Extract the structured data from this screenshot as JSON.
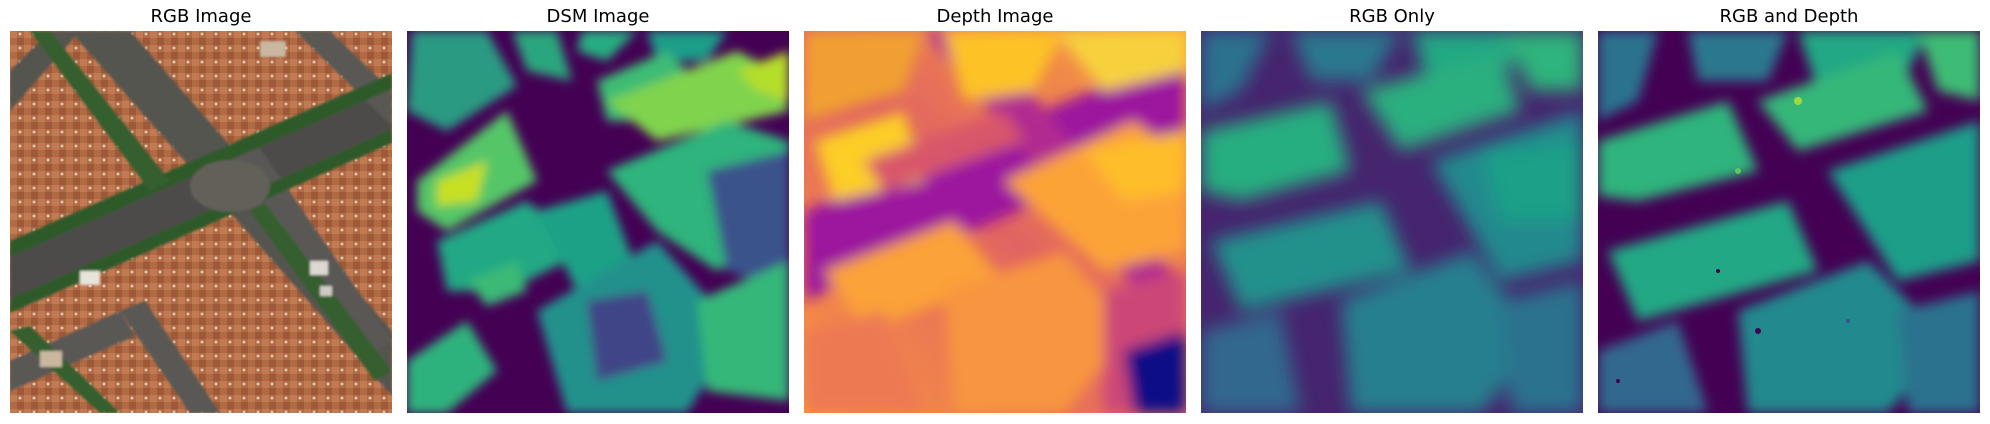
{
  "figure": {
    "panels": [
      {
        "title": "RGB Image"
      },
      {
        "title": "DSM Image"
      },
      {
        "title": "Depth Image"
      },
      {
        "title": "RGB Only"
      },
      {
        "title": "RGB and Depth"
      }
    ]
  },
  "colors": {
    "viridis_low": "#440154",
    "viridis_mid": "#21918c",
    "viridis_high": "#fde725",
    "plasma_low": "#0d0887",
    "plasma_mid": "#cc4778",
    "plasma_high": "#f0f921",
    "roof_terracotta": "#b4643c",
    "tree_green": "#2e5a2a",
    "road_gray": "#5a5a55"
  }
}
